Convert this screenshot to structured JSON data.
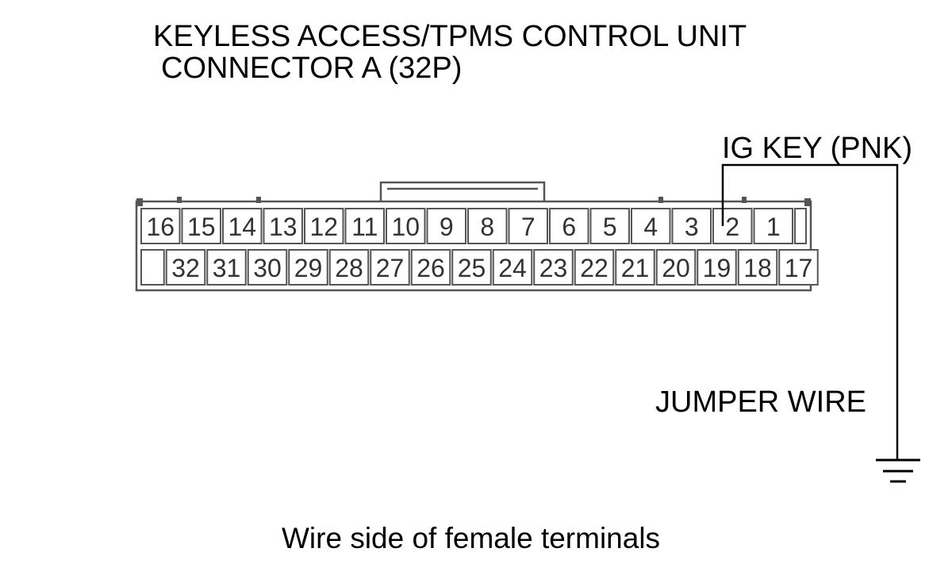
{
  "title": {
    "line1": "KEYLESS ACCESS/TPMS CONTROL UNIT",
    "line2": "CONNECTOR A (32P)"
  },
  "connector": {
    "top_row": [
      "16",
      "15",
      "14",
      "13",
      "12",
      "11",
      "10",
      "9",
      "8",
      "7",
      "6",
      "5",
      "4",
      "3",
      "2",
      "1"
    ],
    "bottom_row": [
      "32",
      "31",
      "30",
      "29",
      "28",
      "27",
      "26",
      "25",
      "24",
      "23",
      "22",
      "21",
      "20",
      "19",
      "18",
      "17"
    ]
  },
  "labels": {
    "ig_key": "IG KEY (PNK)",
    "jumper_wire": "JUMPER WIRE"
  },
  "caption": "Wire side of female terminals",
  "colors": {
    "line": "#000000",
    "outline": "#555555",
    "fill": "#ffffff"
  }
}
